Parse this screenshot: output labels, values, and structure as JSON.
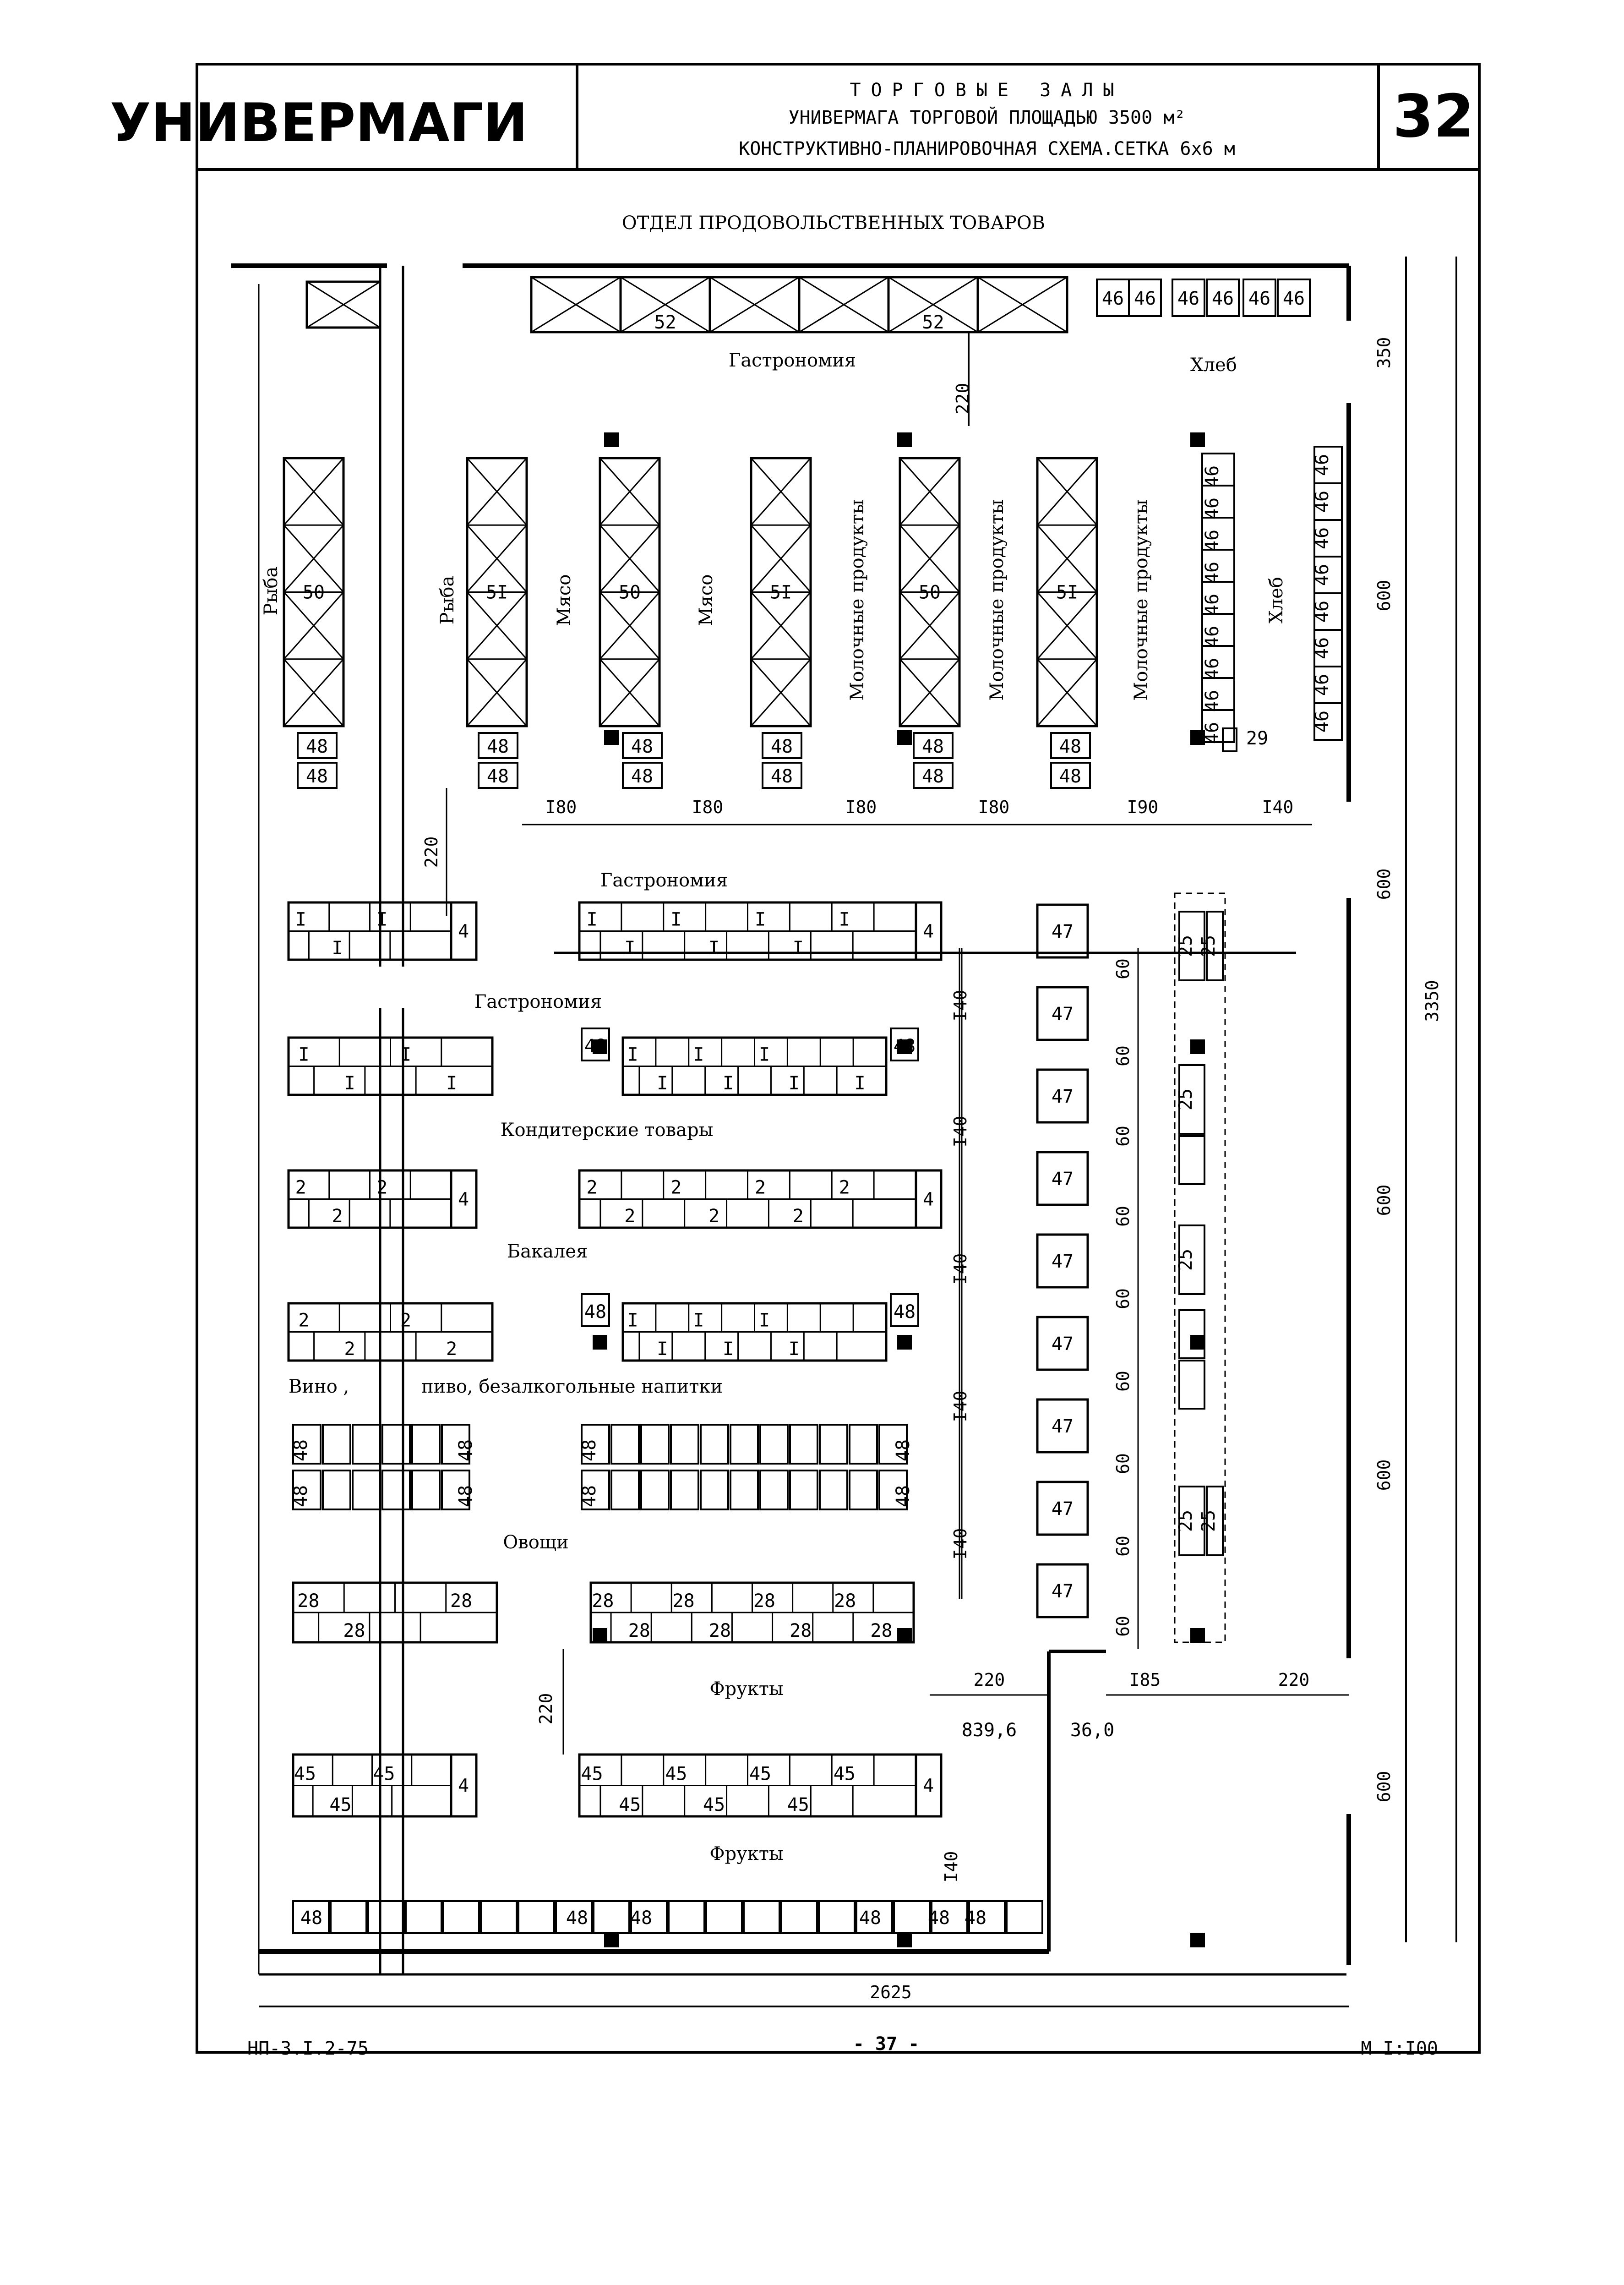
{
  "header": {
    "series": "УНИВЕРМАГИ",
    "title": "ТОРГОВЫЕ ЗАЛЫ",
    "subtitle_1": "УНИВЕРМАГА ТОРГОВОЙ ПЛОЩАДЬЮ 3500 м²",
    "subtitle_2": "КОНСТРУКТИВНО-ПЛАНИРОВОЧНАЯ СХЕМА.СЕТКА 6x6 м",
    "sheet_number": "32"
  },
  "plan": {
    "department": "ОТДЕЛ ПРОДОВОЛЬСТВЕННЫХ ТОВАРОВ",
    "zones": {
      "gastronomy": "Гастрономия",
      "bread": "Хлеб",
      "fish": "Рыба",
      "meat": "Мясо",
      "dairy": "Молочные продукты",
      "confectionery": "Кондитерские товары",
      "grocery": "Бакалея",
      "wine_1": "Вино ,",
      "wine_2": "пиво, безалкогольные напитки",
      "vegetables": "Овощи",
      "fruits": "Фрукты"
    },
    "equipment_codes": [
      "I",
      "2",
      "4",
      "25",
      "28",
      "29",
      "45",
      "46",
      "47",
      "48",
      "50",
      "5I",
      "52"
    ],
    "dimensions": {
      "d220": "220",
      "d180": "I80",
      "d190": "I90",
      "d140": "I40",
      "d60": "60",
      "d185": "I85",
      "d350": "350",
      "d600": "600",
      "d3350": "3350",
      "d2625": "2625",
      "area_1": "839,6",
      "area_2": "36,0"
    }
  },
  "footer": {
    "code": "НП-3.I.2-75",
    "page": "- 37 -",
    "scale": "М I:I00"
  }
}
